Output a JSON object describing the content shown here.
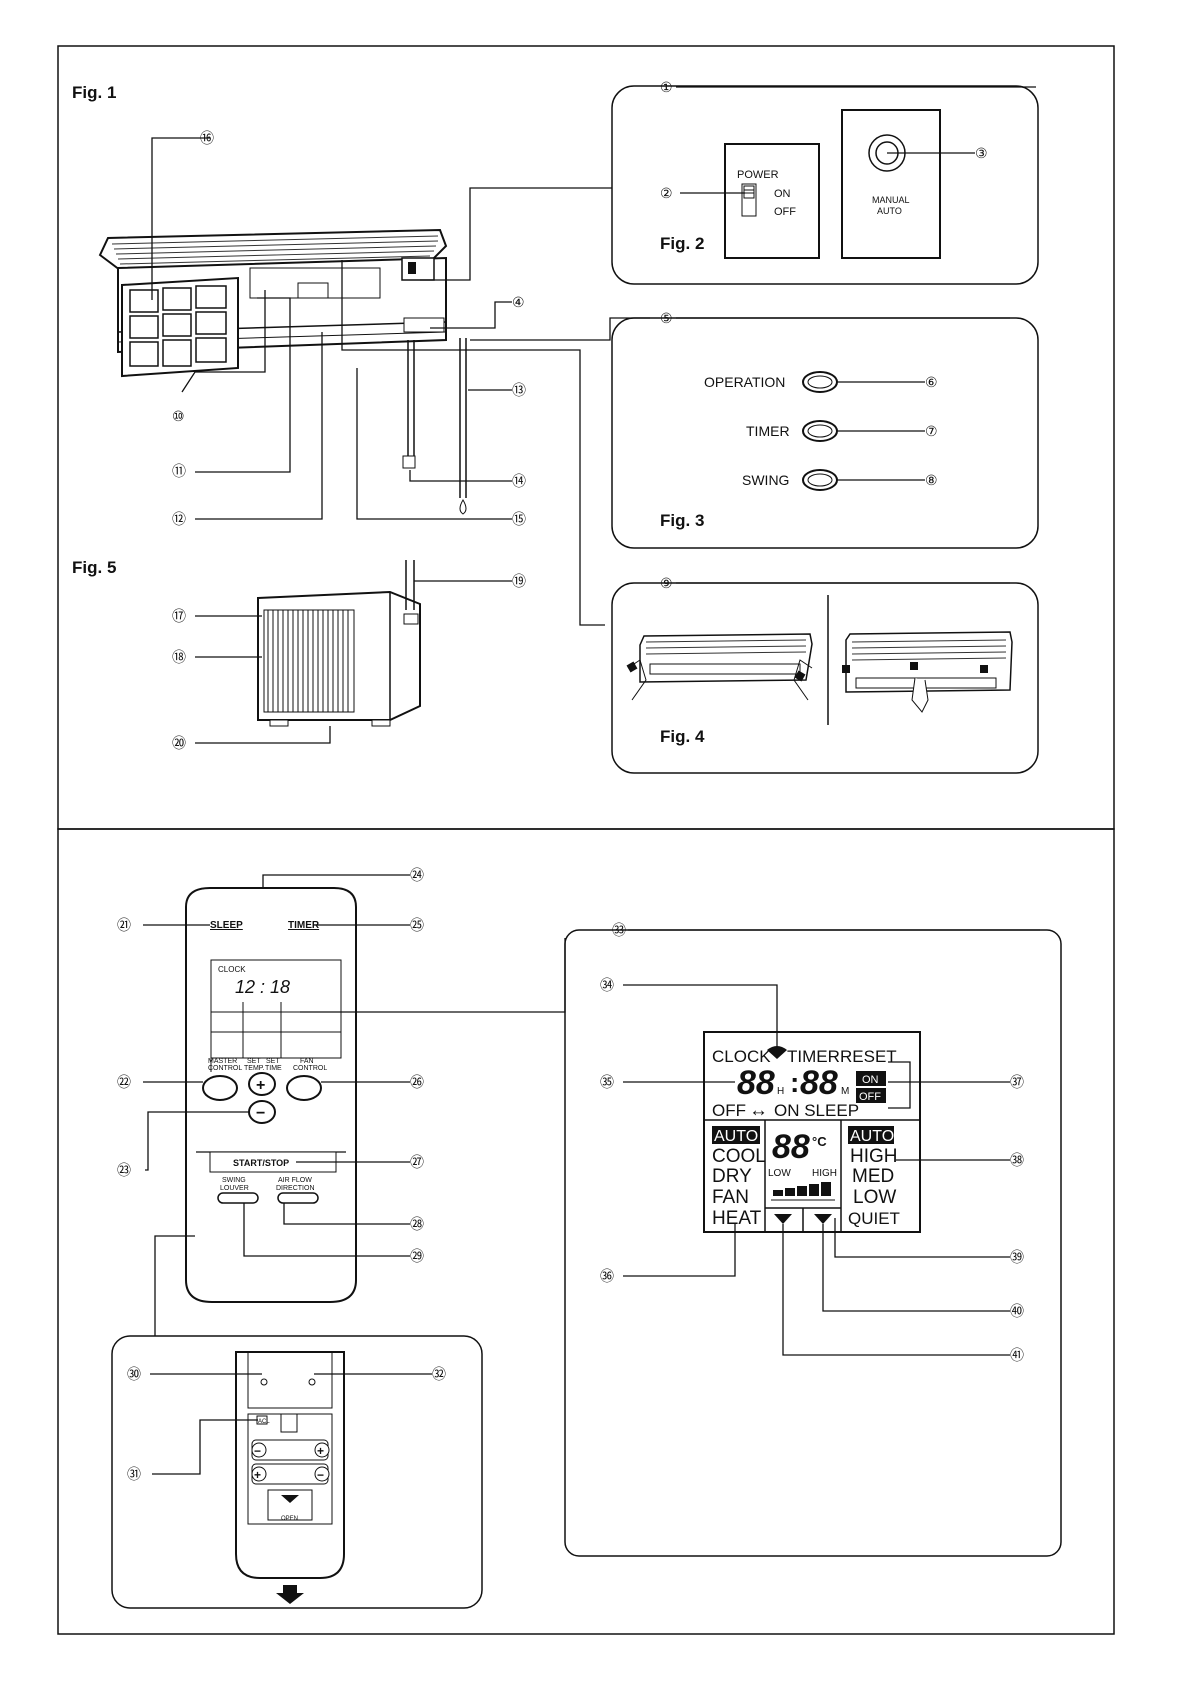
{
  "figures": {
    "fig1": "Fig. 1",
    "fig2": "Fig. 2",
    "fig3": "Fig. 3",
    "fig4": "Fig. 4",
    "fig5": "Fig. 5"
  },
  "callouts": {
    "n1": "①",
    "n2": "②",
    "n3": "③",
    "n4": "④",
    "n5": "⑤",
    "n6": "⑥",
    "n7": "⑦",
    "n8": "⑧",
    "n9": "⑨",
    "n10": "⑩",
    "n11": "⑪",
    "n12": "⑫",
    "n13": "⑬",
    "n14": "⑭",
    "n15": "⑮",
    "n16": "⑯",
    "n17": "⑰",
    "n18": "⑱",
    "n19": "⑲",
    "n20": "⑳",
    "n21": "㉑",
    "n22": "㉒",
    "n23": "㉓",
    "n24": "㉔",
    "n25": "㉕",
    "n26": "㉖",
    "n27": "㉗",
    "n28": "㉘",
    "n29": "㉙",
    "n30": "㉚",
    "n31": "㉛",
    "n32": "㉜",
    "n33": "㉝",
    "n34": "㉞",
    "n35": "㉟",
    "n36": "㊱",
    "n37": "㊲",
    "n38": "㊳",
    "n39": "㊴",
    "n40": "㊵",
    "n41": "㊶"
  },
  "fig2": {
    "power": "POWER",
    "on": "ON",
    "off": "OFF",
    "manual": "MANUAL",
    "auto": "AUTO"
  },
  "fig3": {
    "operation": "OPERATION",
    "timer": "TIMER",
    "swing": "SWING"
  },
  "remote": {
    "sleep": "SLEEP",
    "timer": "TIMER",
    "clock_label": "CLOCK",
    "clock_time": "12 : 18",
    "master_control": [
      "MASTER",
      "CONTROL"
    ],
    "set_temp": [
      "SET",
      "TEMP."
    ],
    "set_time": [
      "SET",
      "TIME"
    ],
    "fan_control": [
      "FAN",
      "CONTROL"
    ],
    "plus": "+",
    "minus": "−",
    "start_stop": "START/STOP",
    "swing_louver": [
      "SWING",
      "LOUVER"
    ],
    "air_flow": [
      "AIR FLOW",
      "DIRECTION"
    ],
    "open": "OPEN",
    "acl": "ACL"
  },
  "lcd": {
    "clock": "CLOCK",
    "timer": "TIMER",
    "reset": "RESET",
    "digits_h": "88",
    "h": "H",
    "colon": ":",
    "digits_m": "88",
    "m": "M",
    "on": "ON",
    "off": "OFF",
    "off_on": "OFF",
    "arrow": "↔",
    "on_sleep": "ON SLEEP",
    "modes": [
      "AUTO",
      "COOL",
      "DRY",
      "FAN",
      "HEAT"
    ],
    "temp": "88",
    "deg": "°C",
    "low": "LOW",
    "high": "HIGH",
    "fan_speeds": [
      "AUTO",
      "HIGH",
      "MED",
      "LOW",
      "QUIET"
    ]
  }
}
